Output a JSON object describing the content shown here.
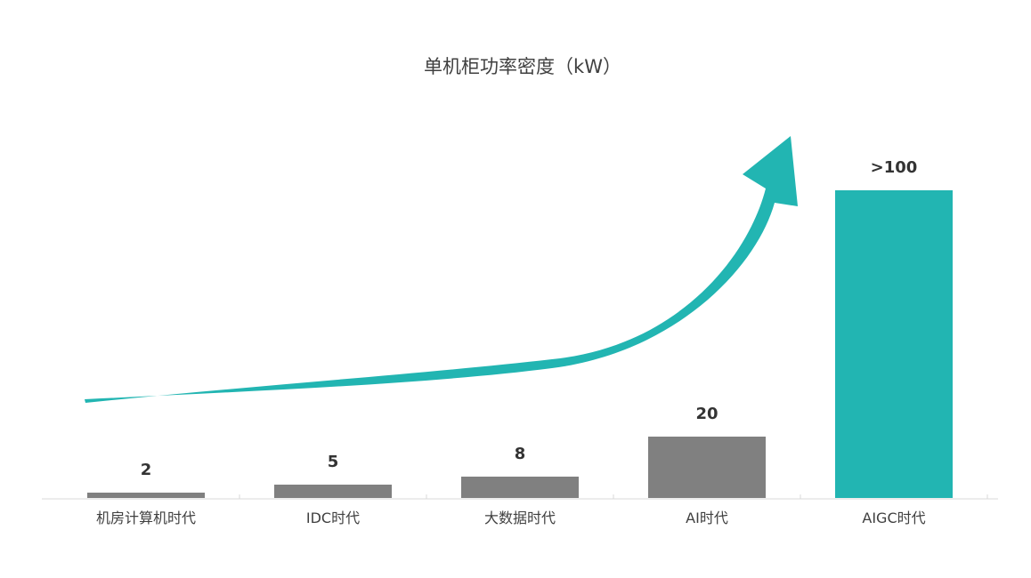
{
  "chart_data": {
    "type": "bar",
    "title": "单机柜功率密度（kW）",
    "categories": [
      "机房计算机时代",
      "IDC时代",
      "大数据时代",
      "AI时代",
      "AIGC时代"
    ],
    "values": [
      2,
      5,
      8,
      20,
      100
    ],
    "value_labels": [
      "2",
      "5",
      "8",
      "20",
      ">100"
    ],
    "xlabel": "",
    "ylabel": "",
    "grid": false,
    "legend": "none",
    "trend_arrow": "rising curve from first to last category",
    "colors": {
      "bar": "#808080",
      "highlight_bar": "#22b5b2",
      "arrow": "#22b5b2",
      "axis": "#d9d9d9"
    }
  }
}
